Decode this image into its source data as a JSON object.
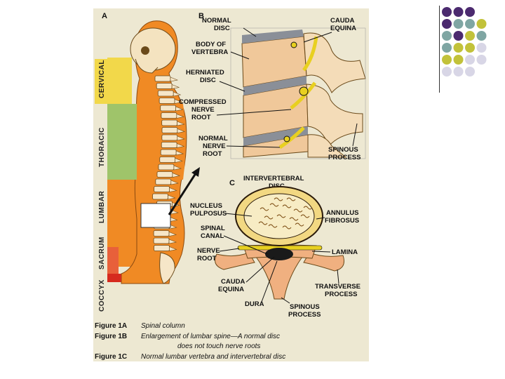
{
  "decor": {
    "dot_colors": {
      "purple": "#4b2a6f",
      "teal": "#7fa6a3",
      "olive": "#c2c23a",
      "lavender": "#d8d6e6"
    }
  },
  "panel_letters": {
    "a": "A",
    "b": "B",
    "c": "C"
  },
  "regions": {
    "cervical": "CERVICAL",
    "thoracic": "THORACIC",
    "lumbar": "LUMBAR",
    "sacrum": "SACRUM",
    "coccyx": "COCCYX"
  },
  "region_colors": {
    "cervical": "#f2d84a",
    "thoracic": "#9fc46a",
    "lumbar": "#f08a24",
    "sacrum": "#e8603a",
    "coccyx": "#d62a1e"
  },
  "panel_b_labels": {
    "normal_disc_1": "NORMAL",
    "normal_disc_2": "DISC",
    "cauda_1": "CAUDA",
    "cauda_2": "EQUINA",
    "body_1": "BODY OF",
    "body_2": "VERTEBRA",
    "herniated_1": "HERNIATED",
    "herniated_2": "DISC",
    "compressed_1": "COMPRESSED",
    "compressed_2": "NERVE",
    "compressed_3": "ROOT",
    "normal_nerve_1": "NORMAL",
    "normal_nerve_2": "NERVE",
    "normal_nerve_3": "ROOT",
    "spinous_1": "SPINOUS",
    "spinous_2": "PROCESS"
  },
  "panel_c_labels": {
    "intervertebral_1": "INTERVERTEBRAL",
    "intervertebral_2": "DISC",
    "nucleus_1": "NUCLEUS",
    "nucleus_2": "PULPOSUS",
    "annulus_1": "ANNULUS",
    "annulus_2": "FIBROSUS",
    "spinal_1": "SPINAL",
    "spinal_2": "CANAL",
    "nerve_1": "NERVE",
    "nerve_2": "ROOT",
    "lamina": "LAMINA",
    "cauda_1": "CAUDA",
    "cauda_2": "EQUINA",
    "transverse_1": "TRANSVERSE",
    "transverse_2": "PROCESS",
    "dura": "DURA",
    "spinous_1": "SPINOUS",
    "spinous_2": "PROCESS"
  },
  "captions": [
    {
      "fig": "Figure 1A",
      "text": "Spinal column"
    },
    {
      "fig": "Figure 1B",
      "text": "Enlargement of lumbar spine—A normal disc",
      "text2": "does not touch nerve roots"
    },
    {
      "fig": "Figure 1C",
      "text": "Normal lumbar vertebra and intervertebral disc"
    }
  ]
}
